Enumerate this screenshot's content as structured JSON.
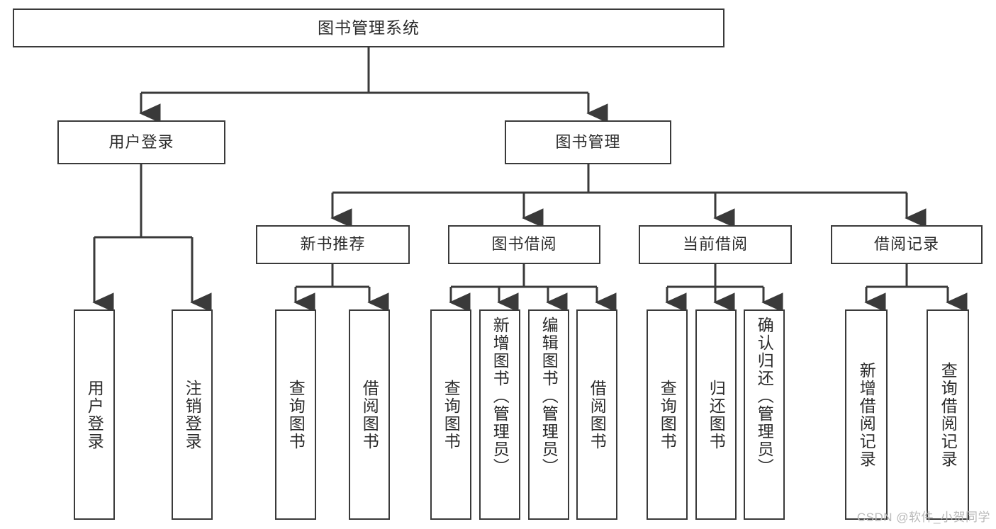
{
  "diagram": {
    "type": "tree-hierarchy",
    "title": "图书管理系统",
    "watermark": "CSDN @软件_小贺同学",
    "colors": {
      "box_border": "#3a3a3a",
      "box_fill": "#ffffff",
      "connector": "#3a3a3a",
      "text": "#2b2b2b",
      "watermark": "#b9b9b9",
      "background": "#ffffff"
    },
    "root": {
      "label": "图书管理系统"
    },
    "level2": [
      {
        "id": "user-login",
        "label": "用户登录"
      },
      {
        "id": "book-management",
        "label": "图书管理"
      }
    ],
    "level3": [
      {
        "id": "new-book-recommend",
        "label": "新书推荐"
      },
      {
        "id": "book-borrow",
        "label": "图书借阅"
      },
      {
        "id": "current-borrow",
        "label": "当前借阅"
      },
      {
        "id": "borrow-record",
        "label": "借阅记录"
      }
    ],
    "leaves": {
      "user_login": [
        {
          "id": "leaf-user-login",
          "label": "用户登录"
        },
        {
          "id": "leaf-logout",
          "label": "注销登录"
        }
      ],
      "new_book_recommend": [
        {
          "id": "leaf-query-book-1",
          "label": "查询图书"
        },
        {
          "id": "leaf-borrow-book-1",
          "label": "借阅图书"
        }
      ],
      "book_borrow": [
        {
          "id": "leaf-query-book-2",
          "label": "查询图书"
        },
        {
          "id": "leaf-add-book",
          "label": "新增图书（管理员）"
        },
        {
          "id": "leaf-edit-book",
          "label": "编辑图书（管理员）"
        },
        {
          "id": "leaf-borrow-book-2",
          "label": "借阅图书"
        }
      ],
      "current_borrow": [
        {
          "id": "leaf-query-book-3",
          "label": "查询图书"
        },
        {
          "id": "leaf-return-book",
          "label": "归还图书"
        },
        {
          "id": "leaf-confirm-return",
          "label": "确认归还（管理员）"
        }
      ],
      "borrow_record": [
        {
          "id": "leaf-add-record",
          "label": "新增借阅记录"
        },
        {
          "id": "leaf-query-record",
          "label": "查询借阅记录"
        }
      ]
    }
  }
}
